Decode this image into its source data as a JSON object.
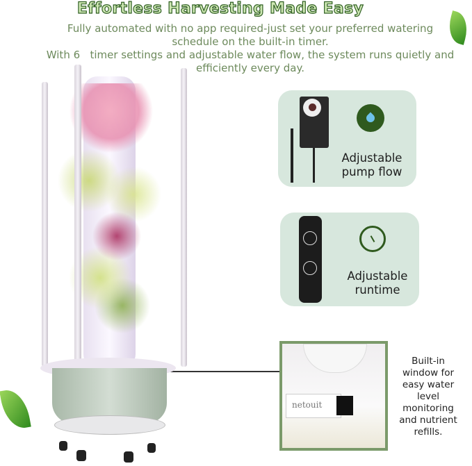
{
  "header": {
    "title": "Effortless Harvesting Made Easy",
    "lines": [
      "Fully automated with no app required-just set your preferred watering",
      "schedule on the built-in timer.",
      "With 6   timer settings and adjustable water flow, the system runs quietly and",
      "efficiently every day."
    ]
  },
  "features": [
    {
      "label_1": "Adjustable",
      "label_2": "pump flow",
      "icon": "water-drop-cycle-icon"
    },
    {
      "label_1": "Adjustable",
      "label_2": "runtime",
      "icon": "clock-icon"
    }
  ],
  "window_callout": {
    "lines": [
      "Built-in",
      "window for",
      "easy water",
      "level",
      "monitoring",
      "and nutrient",
      "refills."
    ],
    "brand": "netouit"
  },
  "colors": {
    "card": "#d7e7dd",
    "icon_green": "#2f5a1e",
    "frame": "#7b9a6a"
  }
}
